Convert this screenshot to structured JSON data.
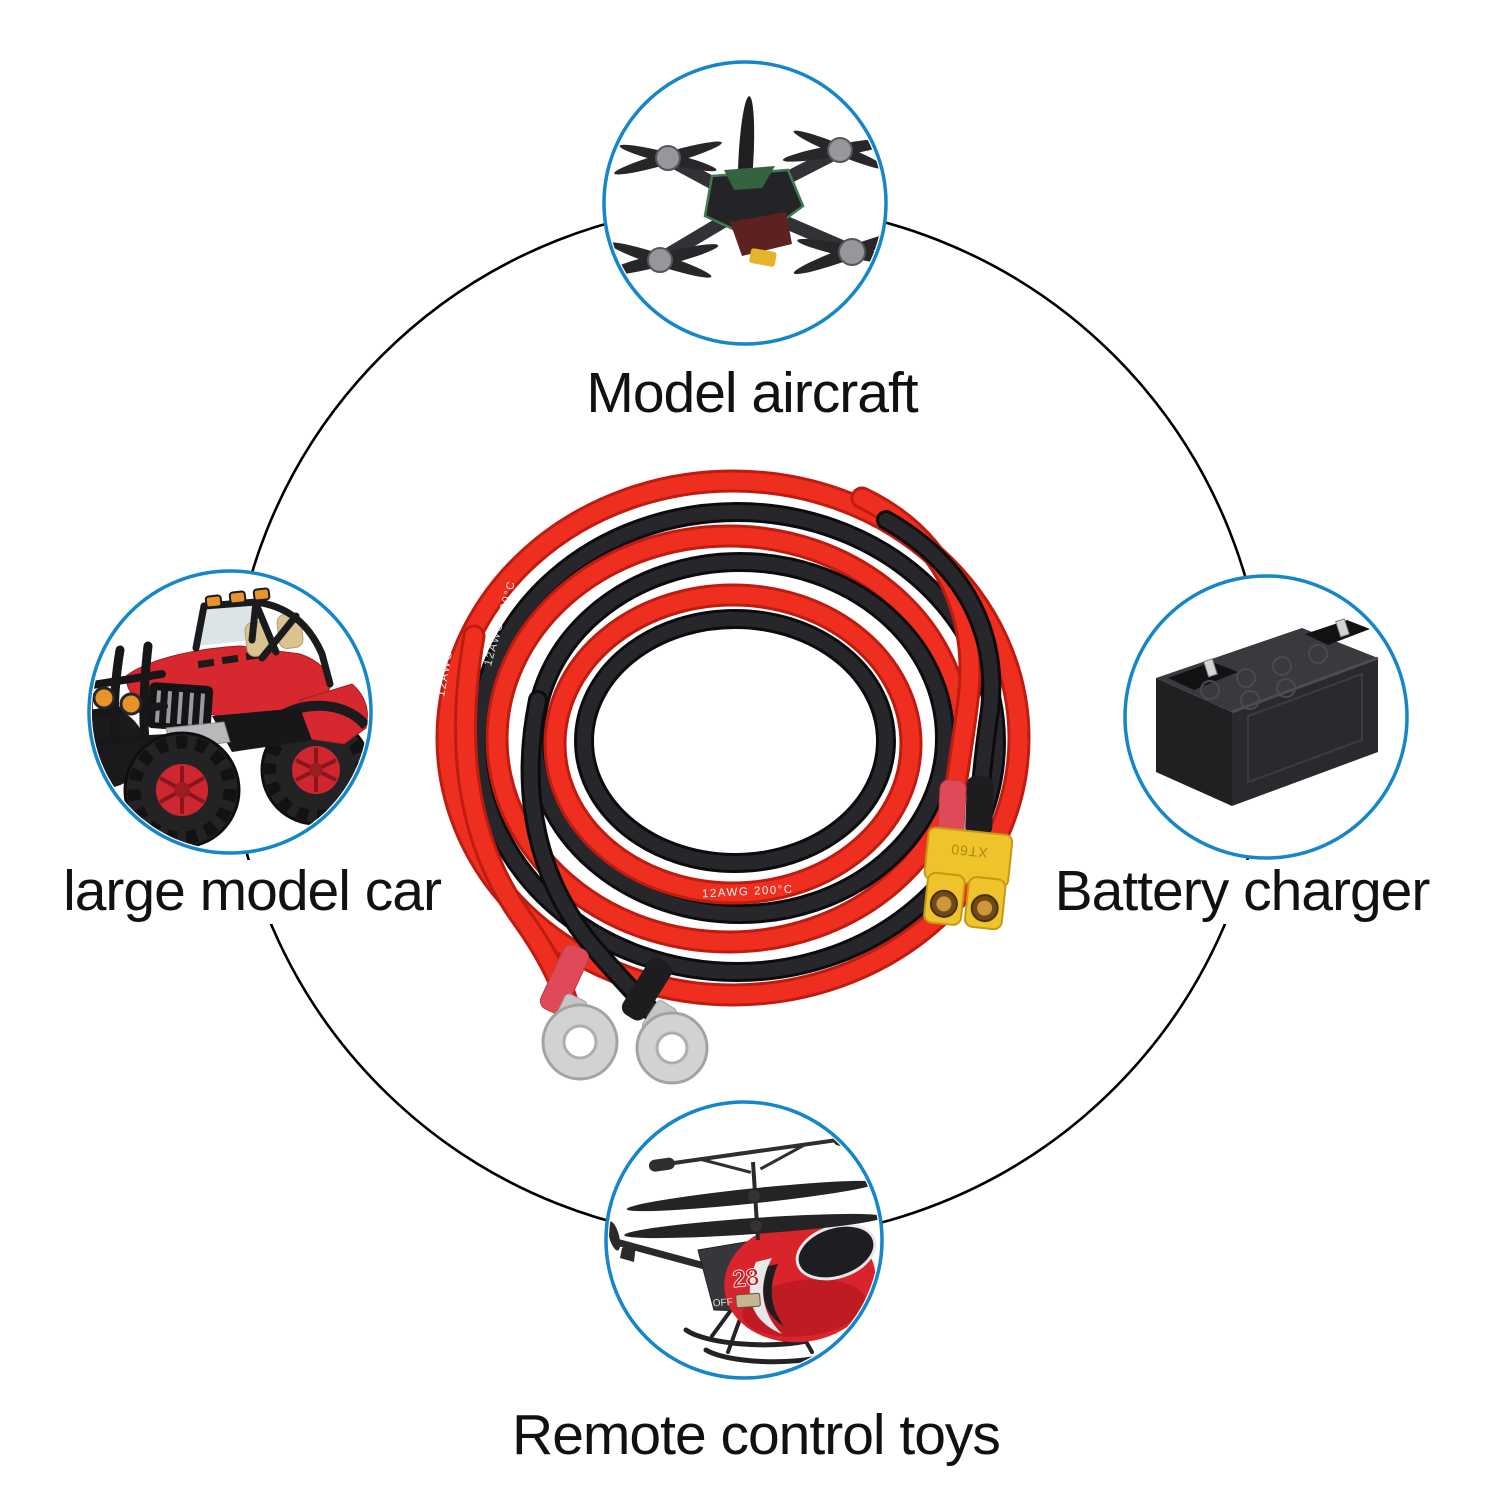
{
  "diagram": {
    "nodes": {
      "top": {
        "label": "Model aircraft",
        "icon": "quadcopter-drone"
      },
      "left": {
        "label": "large model car",
        "icon": "rc-monster-truck"
      },
      "right": {
        "label": "Battery charger",
        "icon": "lead-acid-battery"
      },
      "bottom": {
        "label": "Remote control toys",
        "icon": "rc-helicopter",
        "decal_number": "28",
        "switch_label": "OFF"
      }
    },
    "product": {
      "wire_print": "12AWG 200°C",
      "connector_label": "XT60"
    },
    "colors": {
      "background": "#ffffff",
      "node_border": "#1587c8",
      "link_ring": "#000000",
      "wire_red": "#ee2e1f",
      "wire_black": "#27272b",
      "heat_shrink_red": "#e04a58",
      "connector_yellow": "#eec32b",
      "terminal_silver": "#d2d2d0",
      "label_text": "#111111"
    }
  }
}
